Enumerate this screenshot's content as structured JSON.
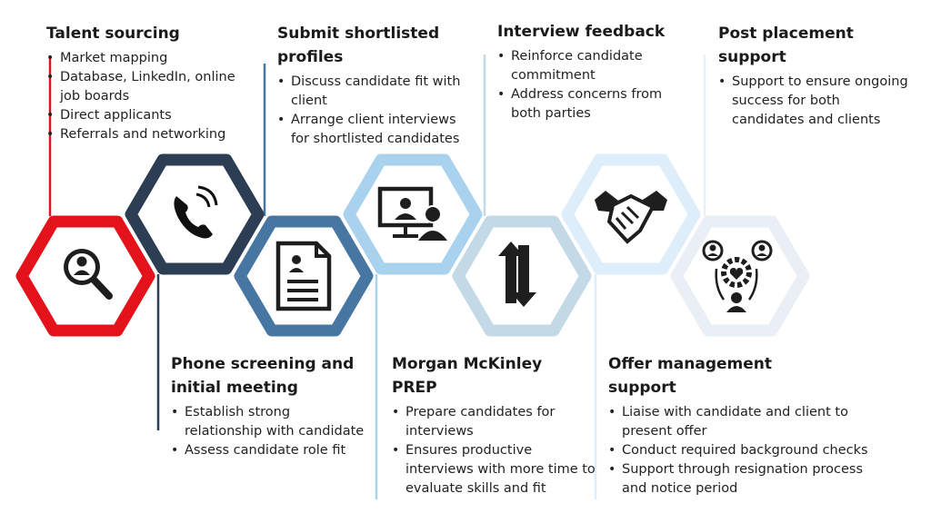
{
  "steps": [
    {
      "id": "talent",
      "title": "Talent sourcing",
      "icon": "magnifier-person-icon",
      "color": "#e3121b",
      "bullets": [
        "Market mapping",
        "Database, LinkedIn, online\njob boards",
        "Direct applicants",
        "Referrals and networking"
      ]
    },
    {
      "id": "phone",
      "title": "Phone screening and\ninitial meeting",
      "icon": "phone-ringing-icon",
      "color": "#2c3e54",
      "bullets": [
        "Establish strong\nrelationship with candidate",
        "Assess candidate role fit"
      ]
    },
    {
      "id": "submit",
      "title": "Submit shortlisted\nprofiles",
      "icon": "document-profile-icon",
      "color": "#4876a3",
      "bullets": [
        "Discuss candidate fit with\nclient",
        "Arrange client interviews\nfor shortlisted candidates"
      ]
    },
    {
      "id": "prep",
      "title": "Morgan McKinley\nPREP",
      "icon": "video-interview-icon",
      "color": "#a9d2ee",
      "bullets": [
        "Prepare candidates for\ninterviews",
        "Ensures productive\ninterviews with more time to\nevaluate skills and fit"
      ]
    },
    {
      "id": "feedback",
      "title": "Interview feedback",
      "icon": "two-way-arrows-icon",
      "color": "#c3d9e6",
      "bullets": [
        "Reinforce candidate\ncommitment",
        "Address concerns from\nboth parties"
      ]
    },
    {
      "id": "offer",
      "title": "Offer management\nsupport",
      "icon": "handshake-icon",
      "color": "#ddeefa",
      "bullets": [
        "Liaise with candidate and client to\npresent offer",
        "Conduct required background checks",
        "Support through  resignation process\nand notice period"
      ]
    },
    {
      "id": "post",
      "title": "Post placement\nsupport",
      "icon": "people-support-icon",
      "color": "#e9eff4",
      "bullets": [
        "Support to ensure ongoing\nsuccess for both\ncandidates and clients"
      ]
    }
  ]
}
